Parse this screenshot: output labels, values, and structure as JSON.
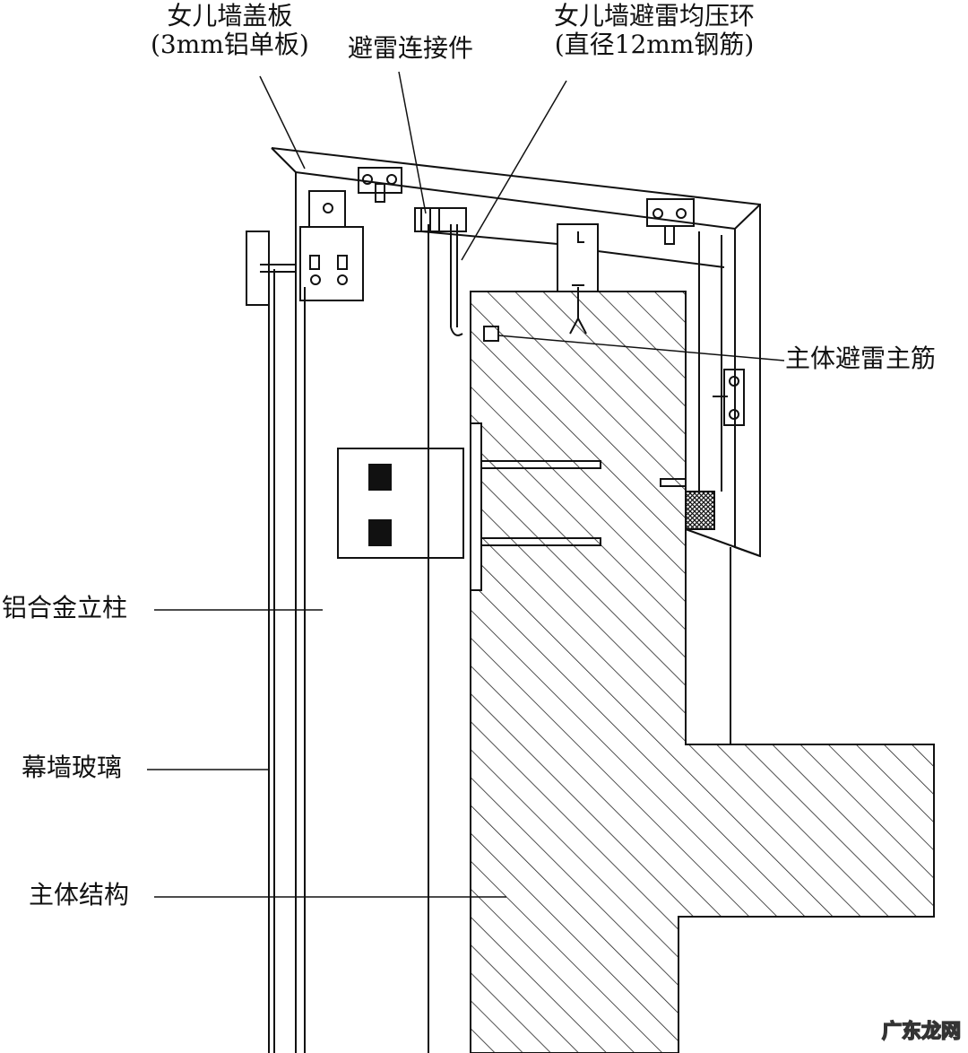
{
  "labels": {
    "cover_plate": "女儿墙盖板",
    "cover_plate_spec": "(3mm铝单板)",
    "lightning_connector": "避雷连接件",
    "equalizing_ring": "女儿墙避雷均压环",
    "equalizing_ring_spec": "(直径12mm钢筋)",
    "main_rebar": "主体避雷主筋",
    "mullion": "铝合金立柱",
    "glass": "幕墙玻璃",
    "structure": "主体结构"
  },
  "watermark": "广东龙网"
}
